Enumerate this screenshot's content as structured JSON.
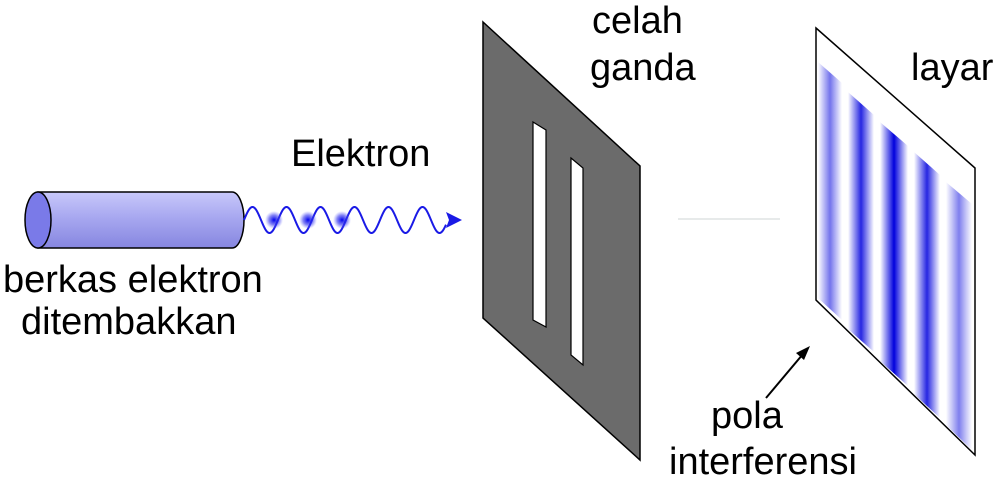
{
  "labels": {
    "gun_line1": "berkas elektron",
    "gun_line2": "ditembakkan",
    "electron": "Elektron",
    "slit_line1": "celah",
    "slit_line2": "ganda",
    "screen": "layar",
    "pattern_line1": "pola",
    "pattern_line2": "interferensi"
  },
  "colors": {
    "gun_fill": "#a8a8f0",
    "gun_cap": "#7a7ae8",
    "wave": "#1a1ae6",
    "slit_plate": "#6b6b6b",
    "fringe": "#0000dd",
    "arrow": "#000000"
  },
  "electron_dot_count": 3,
  "fringe_count": 5
}
